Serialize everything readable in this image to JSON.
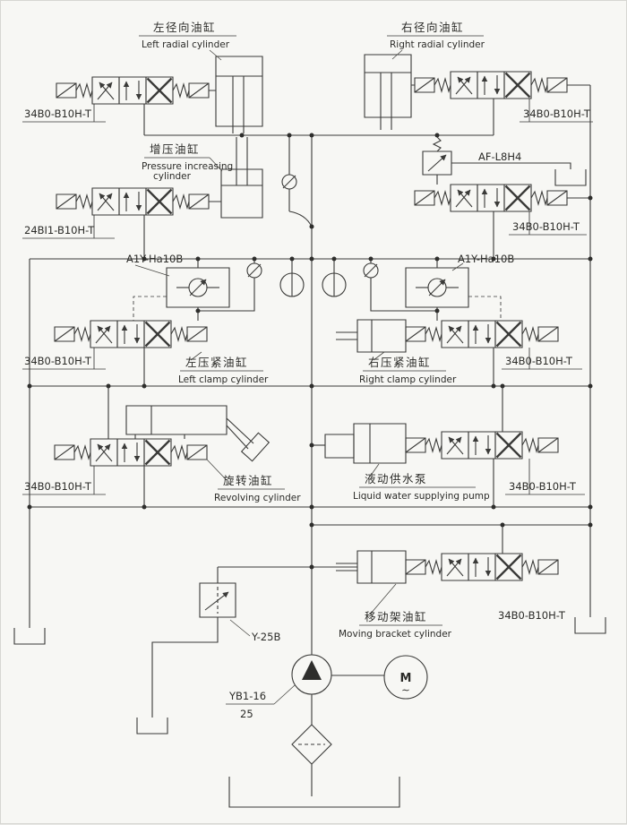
{
  "page": {
    "title": "Hydraulic circuit diagram",
    "ink": "#3a3a38",
    "paper": "#f7f7f4"
  },
  "components": {
    "left_radial": {
      "zh": "左径向油缸",
      "en": "Left radial cylinder"
    },
    "right_radial": {
      "zh": "右径向油缸",
      "en": "Right radial cylinder"
    },
    "pressure_increasing": {
      "zh": "增压油缸",
      "en1": "Pressure increasing",
      "en2": "cylinder"
    },
    "left_clamp": {
      "zh": "左压紧油缸",
      "en": "Left clamp cylinder"
    },
    "right_clamp": {
      "zh": "右压紧油缸",
      "en": "Right clamp cylinder"
    },
    "revolving": {
      "zh": "旋转油缸",
      "en": "Revolving cylinder"
    },
    "water_pump": {
      "zh": "液动供水泵",
      "en": "Liquid water supplying pump"
    },
    "moving_bracket": {
      "zh": "移动架油缸",
      "en": "Moving bracket cylinder"
    }
  },
  "part_numbers": {
    "valve_top_left": "34B0-B10H-T",
    "valve_top_right": "34B0-B10H-T",
    "valve_row2_left": "24BI1-B10H-T",
    "valve_row2_right": "34B0-B10H-T",
    "valve_row3_left": "34B0-B10H-T",
    "valve_row3_right": "34B0-B10H-T",
    "valve_row4_left": "34B0-B10H-T",
    "valve_row4_right": "34B0-B10H-T",
    "valve_row5": "34B0-B10H-T",
    "air_valve": "AF-L8H4",
    "pilot_check_left": "A1Y-Ha10B",
    "pilot_check_right": "A1Y-Ha10B",
    "relief_valve": "Y-25B",
    "main_pump_model": "YB1-16",
    "main_pump_displacement": "25",
    "motor_letter": "M",
    "motor_wave": "∼"
  }
}
